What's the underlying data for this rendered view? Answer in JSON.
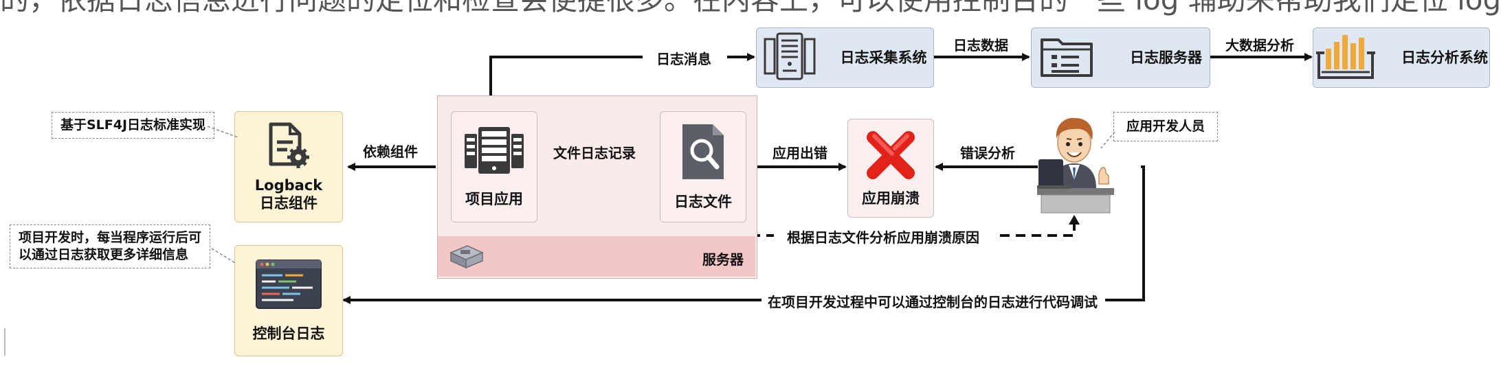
{
  "top_partial_text": "的，依据日志信息进行问题的定位和检查会便捷很多。在内容上，可以使用控制台的一些 log 辅助来帮助我们定位 log ，并分析其",
  "nodes": {
    "logback": {
      "line1": "Logback",
      "line2": "日志组件",
      "icon": "document-gear-icon"
    },
    "console": {
      "label": "控制台日志",
      "icon": "console-window-icon"
    },
    "project_app": {
      "label": "项目应用",
      "icon": "server-rack-icon"
    },
    "log_file": {
      "label": "日志文件",
      "icon": "file-search-icon"
    },
    "crash": {
      "label": "应用崩溃",
      "icon": "red-x-icon"
    },
    "collector": {
      "label": "日志采集系统",
      "icon": "server-tower-icon"
    },
    "log_server": {
      "label": "日志服务器",
      "icon": "folder-list-icon"
    },
    "analysis": {
      "label": "日志分析系统",
      "icon": "bar-chart-icon"
    },
    "developer": {
      "icon": "developer-at-laptop-icon"
    }
  },
  "server_zone": {
    "label": "服务器",
    "icon": "hardware-chip-icon"
  },
  "callouts": {
    "slf4j": "基于SLF4J日志标准实现",
    "dev_hint_line1": "项目开发时，每当程序运行后可",
    "dev_hint_line2": "以通过日志获取更多详细信息",
    "developer": "应用开发人员"
  },
  "edges": {
    "depends": "依赖组件",
    "file_log": "文件日志记录",
    "app_error": "应用出错",
    "error_analysis": "错误分析",
    "analyze_reason": "根据日志文件分析应用崩溃原因",
    "log_message": "日志消息",
    "log_data": "日志数据",
    "big_data": "大数据分析",
    "console_debug": "在项目开发过程中可以通过控制台的日志进行代码调试"
  },
  "colors": {
    "accent_orange": "#f2a93b",
    "crash_red": "#e2231a",
    "icon_dark": "#3a3a3a"
  }
}
